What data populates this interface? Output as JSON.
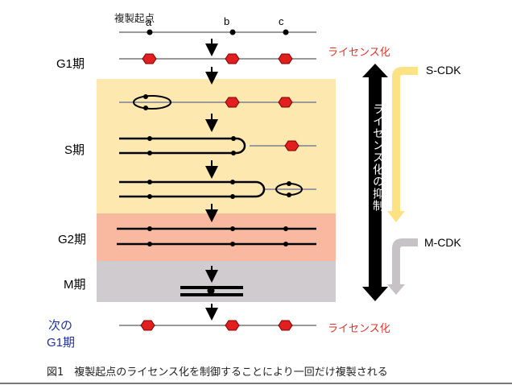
{
  "origin_label": "複製起点",
  "origin_points": {
    "a": "a",
    "b": "b",
    "c": "c"
  },
  "phases": {
    "g1": "G1期",
    "s": "S期",
    "g2": "G2期",
    "m": "M期",
    "next_g1_line1": "次の",
    "next_g1_line2": "G1期"
  },
  "licensing_label_top": "ライセンス化",
  "licensing_label_bottom": "ライセンス化",
  "suppression_label": "ライセンス化の抑制",
  "s_cdk_label": "S-CDK",
  "m_cdk_label": "M-CDK",
  "caption": "図1　複製起点のライセンス化を制御することにより一回だけ複製される",
  "colors": {
    "s_phase_band": "#fde8b0",
    "g2_phase_band": "#f9b9a1",
    "m_phase_band": "#cfcbcf",
    "licensing_marker": "#e21f1f",
    "s_cdk_arrow": "#fce282",
    "m_cdk_arrow": "#c6c2c6"
  }
}
